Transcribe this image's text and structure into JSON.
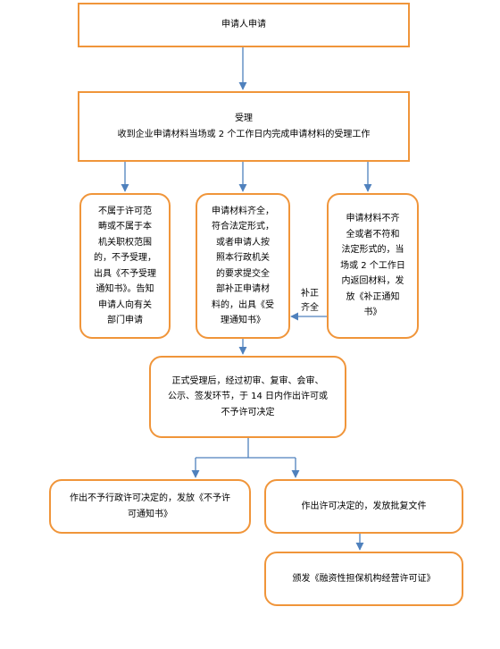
{
  "flow": {
    "apply": {
      "text": "申请人申请"
    },
    "accept": {
      "title": "受理",
      "detail": "收到企业申请材料当场或 2 个工作日内完成申请材料的受理工作"
    },
    "reject_scope": {
      "lines": [
        "不属于许可范",
        "畴或不属于本",
        "机关职权范围",
        "的，不予受理，",
        "出具《不予受理",
        "通知书》。告知",
        "申请人向有关",
        "部门申请"
      ]
    },
    "complete": {
      "lines": [
        "申请材料齐全，",
        "符合法定形式，",
        "或者申请人按",
        "照本行政机关",
        "的要求提交全",
        "部补正申请材",
        "料的，出具《受",
        "理通知书》"
      ]
    },
    "incomplete": {
      "lines": [
        "申请材料不齐",
        "全或者不符和",
        "法定形式的，当",
        "场或 2 个工作日",
        "内返回材料，发",
        "放《补正通知",
        "书》"
      ]
    },
    "supplement_label": {
      "lines": [
        "补正",
        "齐全"
      ]
    },
    "review": {
      "lines": [
        "正式受理后，经过初审、复审、会审、",
        "公示、签发环节，于 14 日内作出许可或",
        "不予许可决定"
      ]
    },
    "deny_decision": {
      "lines": [
        "作出不予行政许可决定的，发放《不予许",
        "可通知书》"
      ]
    },
    "grant_decision": {
      "text": "作出许可决定的，发放批复文件"
    },
    "license": {
      "text": "颁发《融资性担保机构经营许可证》"
    }
  },
  "colors": {
    "box_border": "#f0953a",
    "arrow": "#4f81bd"
  }
}
